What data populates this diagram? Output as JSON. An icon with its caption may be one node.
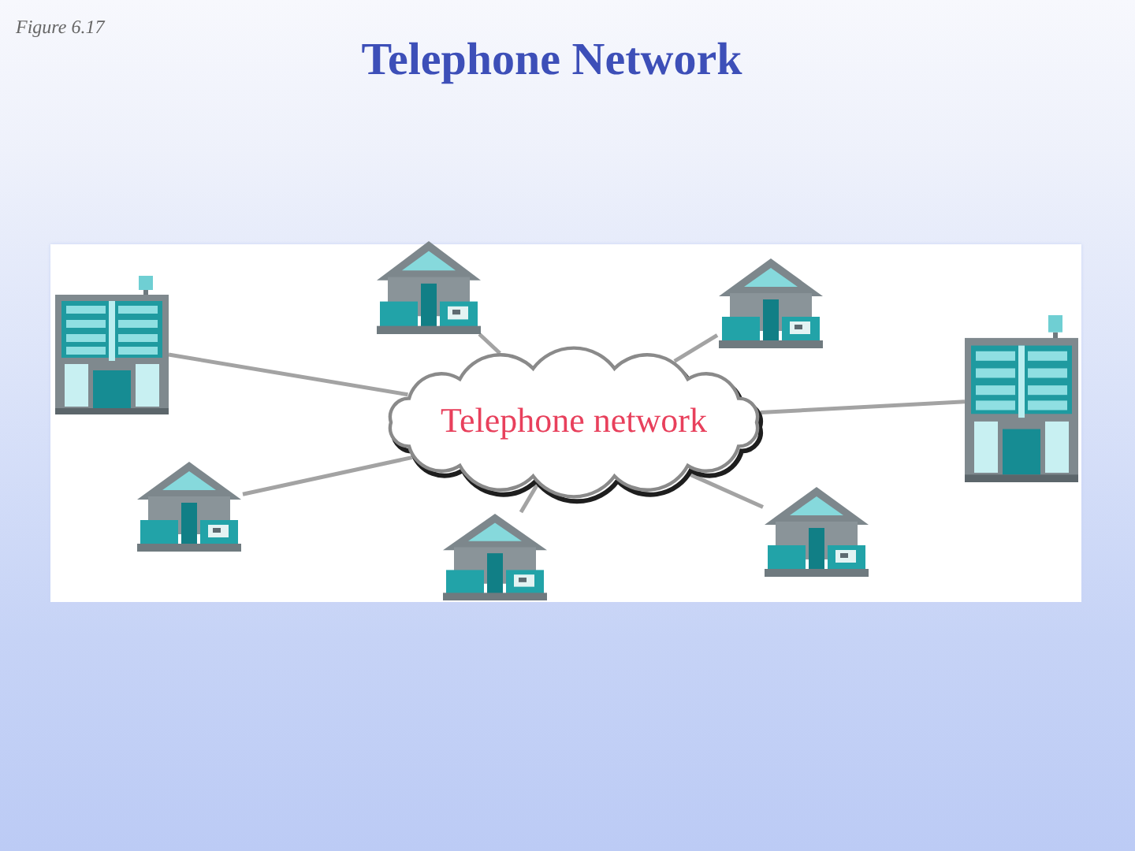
{
  "diagram": {
    "title": "Telephone Network",
    "nodes": [
      {
        "text": [],
        "shape": "picture"
      },
      {
        "text": [],
        "shape": "picture"
      },
      {
        "text": [],
        "shape": "picture"
      },
      {
        "text": [],
        "shape": "picture"
      },
      {
        "text": [
          "Telephone network"
        ]
      },
      {
        "text": [],
        "shape": "picture"
      },
      {
        "text": [],
        "shape": "picture"
      },
      {
        "text": [],
        "shape": "picture"
      }
    ],
    "edges": [
      {
        "from": 0,
        "to": 4,
        "arrow": "none"
      },
      {
        "from": 1,
        "to": 4,
        "arrow": "none"
      },
      {
        "from": 2,
        "to": 4,
        "arrow": "none"
      },
      {
        "from": 3,
        "to": 4,
        "arrow": "none"
      },
      {
        "from": 5,
        "to": 4,
        "arrow": "none"
      },
      {
        "from": 6,
        "to": 4,
        "arrow": "none"
      },
      {
        "from": 7,
        "to": 4,
        "arrow": "none"
      }
    ],
    "labels": [
      "Figure 6.17"
    ]
  }
}
